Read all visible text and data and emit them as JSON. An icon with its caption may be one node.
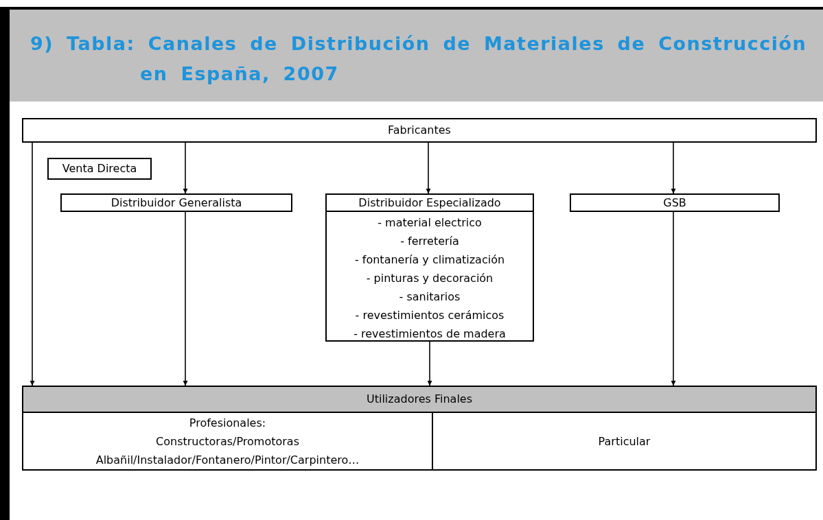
{
  "diagram": {
    "title": "9) Tabla: Canales de Distribución de Materiales de Construcción en España, 2007",
    "nodes": [
      {
        "text": [
          "Fabricantes"
        ]
      },
      {
        "text": [
          "Venta Directa"
        ]
      },
      {
        "text": [
          "Distribuidor Generalista"
        ]
      },
      {
        "text": [
          "Distribuidor Especializado",
          "- material electrico",
          "- ferretería",
          "- fontanería y climatización",
          "- pinturas y decoración",
          "- sanitarios",
          "- revestimientos cerámicos",
          "- revestimientos de madera"
        ]
      },
      {
        "text": [
          "GSB"
        ]
      },
      {
        "text": [
          "Utilizadores Finales"
        ]
      },
      {
        "text": [
          "Profesionales:",
          "Constructoras/Promotoras",
          "Albañil/Instalador/Fontanero/Pintor/Carpintero…"
        ],
        "in": 5
      },
      {
        "text": [
          "Particular"
        ],
        "in": 5
      }
    ],
    "edges": [
      {
        "from": 0,
        "to": 5,
        "arrow": "to"
      },
      {
        "from": 0,
        "to": 2,
        "arrow": "to"
      },
      {
        "from": 2,
        "to": 5,
        "arrow": "to"
      },
      {
        "from": 0,
        "to": 3,
        "arrow": "to"
      },
      {
        "from": 3,
        "to": 5,
        "arrow": "to"
      },
      {
        "from": 0,
        "to": 4,
        "arrow": "to"
      },
      {
        "from": 4,
        "to": 5,
        "arrow": "to"
      }
    ]
  }
}
